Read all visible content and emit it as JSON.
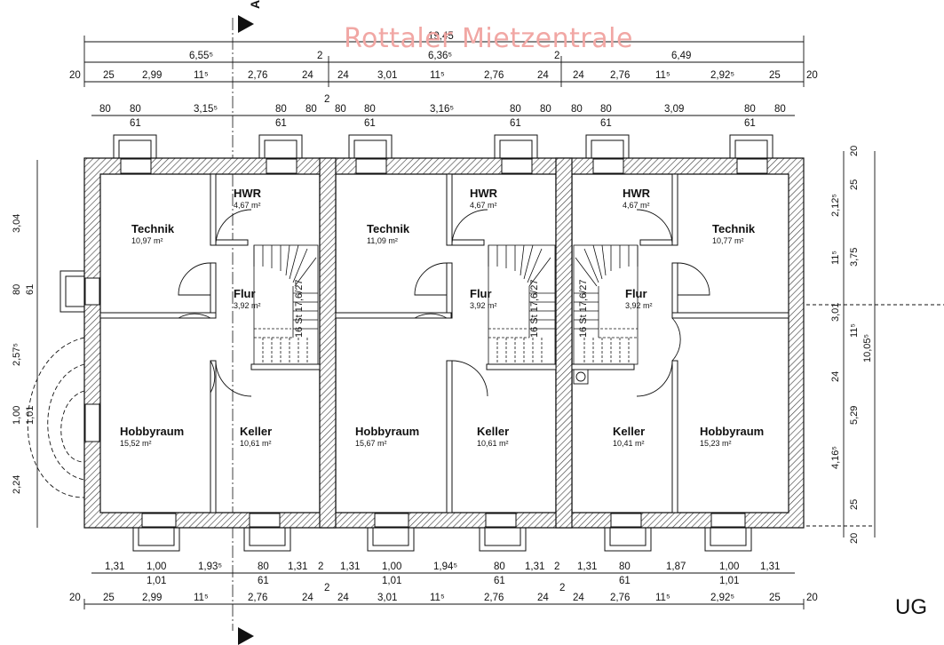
{
  "watermark": "Rottaler Mietzentrale",
  "floor_label": "UG",
  "section_marker": "A",
  "rooms": [
    {
      "name": "Technik",
      "area": "10,97 m²"
    },
    {
      "name": "HWR",
      "area": "4,67 m²"
    },
    {
      "name": "Flur",
      "area": "3,92 m²"
    },
    {
      "name": "Hobbyraum",
      "area": "15,52 m²"
    },
    {
      "name": "Keller",
      "area": "10,61 m²"
    },
    {
      "name": "Technik",
      "area": "11,09 m²"
    },
    {
      "name": "HWR",
      "area": "4,67 m²"
    },
    {
      "name": "Flur",
      "area": "3,92 m²"
    },
    {
      "name": "Hobbyraum",
      "area": "15,67 m²"
    },
    {
      "name": "Keller",
      "area": "10,61 m²"
    },
    {
      "name": "HWR",
      "area": "4,67 m²"
    },
    {
      "name": "Technik",
      "area": "10,77 m²"
    },
    {
      "name": "Flur",
      "area": "3,92 m²"
    },
    {
      "name": "Keller",
      "area": "10,41 m²"
    },
    {
      "name": "Hobbyraum",
      "area": "15,23 m²"
    }
  ],
  "dims_top": {
    "total": "19,45",
    "units": [
      "6,55⁵",
      "2",
      "6,36⁵",
      "2",
      "6,49"
    ],
    "detail": [
      "20",
      "25",
      "2,99",
      "11⁵",
      "2,76",
      "24",
      "24",
      "3,01",
      "11⁵",
      "2,76",
      "24",
      "24",
      "2,76",
      "11⁵",
      "2,92⁵",
      "25",
      "20"
    ],
    "openings": [
      "80",
      "80",
      "3,15⁵",
      "80",
      "80",
      "2",
      "80",
      "80",
      "3,16⁵",
      "80",
      "80",
      "80",
      "80",
      "3,09",
      "80",
      "80"
    ],
    "openings_sub": [
      "61",
      "61",
      "61",
      "61",
      "61",
      "61"
    ]
  },
  "dims_bottom": {
    "openings": [
      "1,31",
      "1,00",
      "1,93⁵",
      "80",
      "1,31",
      "2",
      "1,31",
      "1,00",
      "1,94⁵",
      "80",
      "1,31",
      "2",
      "1,31",
      "80",
      "1,87",
      "1,00",
      "1,31"
    ],
    "openings_sub": [
      "1,01",
      "61",
      "1,01",
      "61",
      "61",
      "1,01"
    ],
    "detail": [
      "20",
      "25",
      "2,99",
      "11⁵",
      "2,76",
      "24",
      "2",
      "24",
      "3,01",
      "11⁵",
      "2,76",
      "24",
      "2",
      "24",
      "2,76",
      "11⁵",
      "2,92⁵",
      "25",
      "20"
    ]
  },
  "dims_left": [
    "3,04",
    "80",
    "61",
    "2,57⁵",
    "1,00",
    "1,01",
    "2,24"
  ],
  "dims_right": [
    "20",
    "25",
    "2,12⁵",
    "11⁵",
    "3,75",
    "3,01",
    "11⁵",
    "10,05⁵",
    "24",
    "5,29",
    "4,16⁵",
    "25",
    "20"
  ],
  "stair_labels": [
    "16 St 17,6/27",
    "16 St 17,6/27",
    "16 St 17,6/27"
  ]
}
